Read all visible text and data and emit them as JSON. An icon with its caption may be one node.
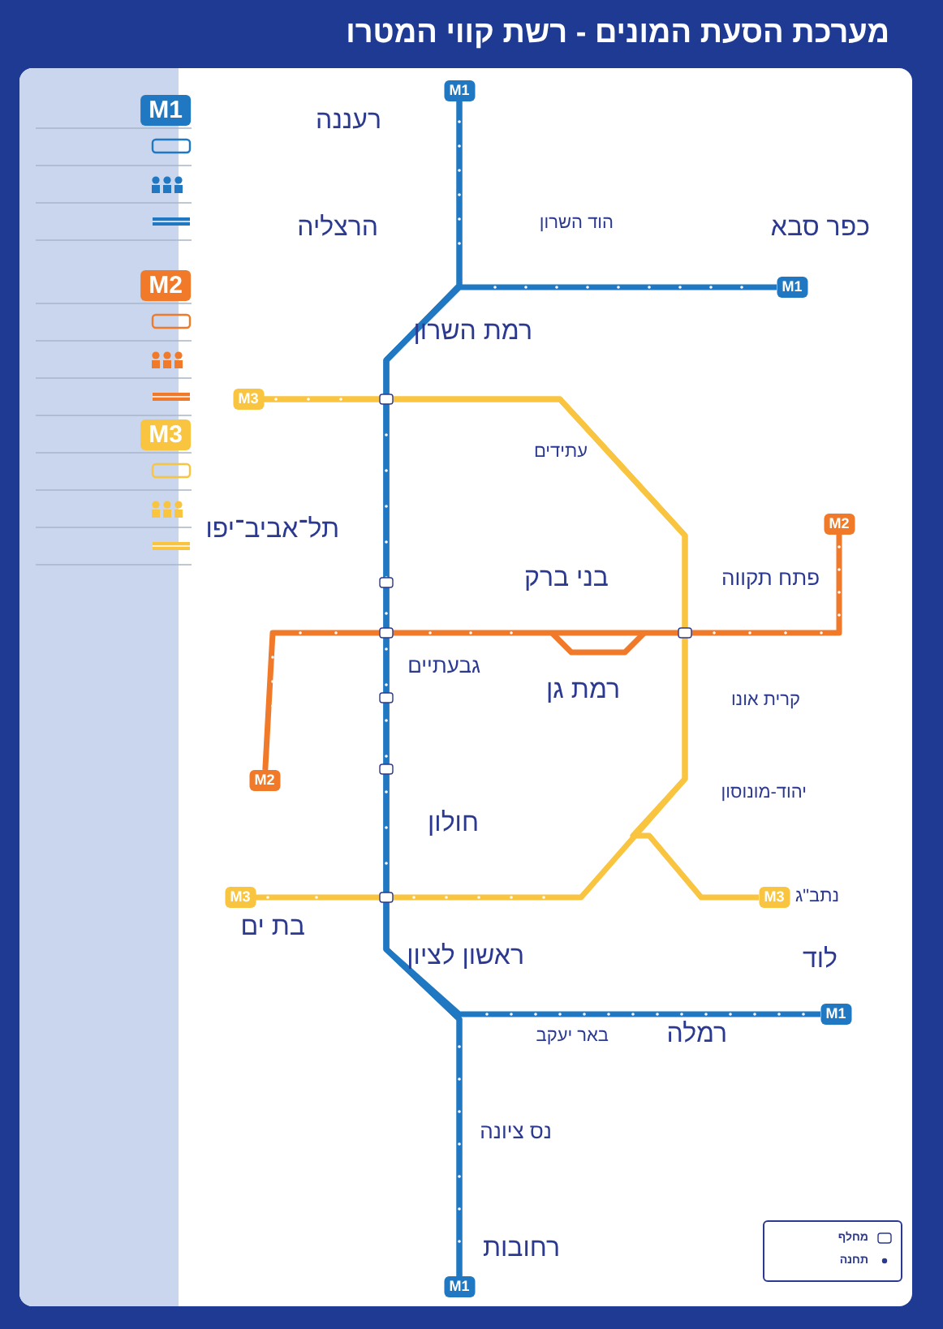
{
  "diagram": {
    "title": "מערכת הסעת המונים - רשת קווי המטרו",
    "nodes": [
      {
        "text": [
          "M1"
        ]
      },
      {
        "text": [
          "M1"
        ]
      },
      {
        "text": [
          "M1"
        ]
      },
      {
        "text": [
          "M1"
        ]
      },
      {
        "text": [
          "M2"
        ]
      },
      {
        "text": [
          "M2"
        ]
      },
      {
        "text": [
          "M3"
        ]
      },
      {
        "text": [
          "M3"
        ]
      },
      {
        "text": [
          "M3"
        ]
      }
    ],
    "edges": [
      {
        "from": 0,
        "to": 3,
        "arrow": "none",
        "color": "#1f78c1"
      },
      {
        "from": 1,
        "to": 3,
        "arrow": "none",
        "color": "#1f78c1"
      },
      {
        "from": 2,
        "to": 0,
        "arrow": "none",
        "color": "#1f78c1"
      },
      {
        "from": 4,
        "to": 5,
        "arrow": "none",
        "color": "#f07a2a"
      },
      {
        "from": 6,
        "to": 7,
        "arrow": "none",
        "color": "#f9c440"
      },
      {
        "from": 6,
        "to": 8,
        "arrow": "none",
        "color": "#f9c440"
      }
    ],
    "labels": [
      "M1",
      "M2",
      "M3",
      "רעננה",
      "הרצליה",
      "הוד השרון",
      "כפר סבא",
      "רמת השרון",
      "עתידים",
      "תל־אביב־יפו",
      "בני ברק",
      "פתח תקווה",
      "גבעתיים",
      "רמת גן",
      "קרית אונו",
      "יהוד-מונוסון",
      "חולון",
      "נתב\"ג",
      "בת ים",
      "ראשון לציון",
      "לוד",
      "באר יעקב",
      "רמלה",
      "נס ציונה",
      "רחובות"
    ],
    "legend": [
      {
        "text": "מחלף"
      },
      {
        "text": "תחנה"
      }
    ]
  }
}
